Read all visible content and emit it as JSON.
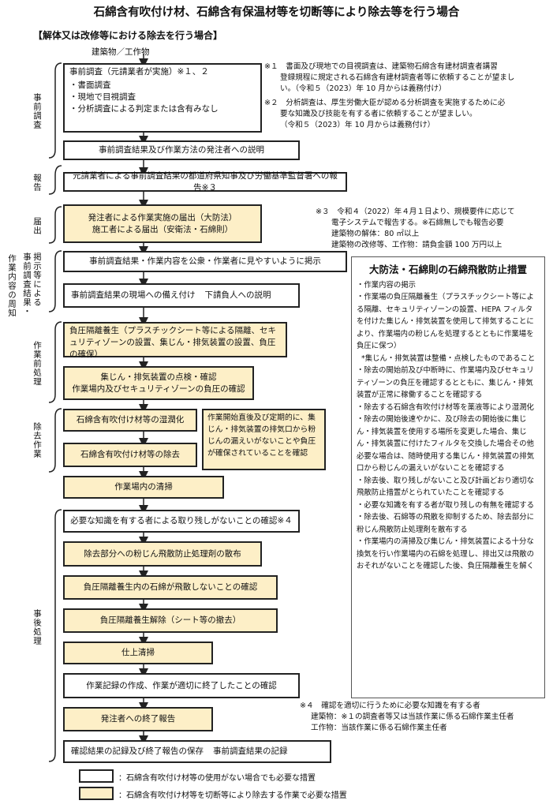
{
  "title": "石綿含有吹付け材、石綿含有保温材等を切断等により除去等を行う場合",
  "subtitle": "【解体又は改修等における除去を行う場合】",
  "top_caption": "建築物／工作物",
  "side_labels": {
    "pre_survey": "事前調査",
    "report": "報告",
    "notification": "届出",
    "publicize": "掲示等による",
    "publicize2": "事前調査結果・",
    "publicize3": "作業内容の周知",
    "pre_treatment": "作業前処理",
    "removal": "除去作業",
    "post_treatment": "事後処理"
  },
  "boxes": {
    "b1_title": "事前調査（元請業者が実施）※１、２",
    "b1_items": [
      "・書面調査",
      "・現地で目視調査",
      "・分析調査による判定または含有みなし"
    ],
    "b2": "事前調査結果及び作業方法の発注者への説明",
    "b3": "元請業者による事前調査結果の都道府県知事及び労働基準監督署への報告※３",
    "b4_line1": "発注者による作業実施の届出（大防法）",
    "b4_line2": "施工者による届出（安衛法・石綿則）",
    "b5": "事前調査結果・作業内容を公衆・作業者に見やすいように掲示",
    "b6": "事前調査結果の現場への備え付け",
    "b6_side": "下請負人への説明",
    "b7": "負圧隔離養生（プラスチックシート等による隔離、セキュリティゾーンの設置、集じん・排気装置の設置、負圧の確保）",
    "b8_line1": "集じん・排気装置の点検・確認",
    "b8_line2": "作業場内及びセキュリティゾーンの負圧の確認",
    "b9": "石綿含有吹付け材等の湿潤化",
    "b10": "石綿含有吹付け材等の除去",
    "b_check": "作業開始直後及び定期的に、集じん・排気装置の排気口から粉じんの漏えいがないことや負圧が確保されていることを確認",
    "b11": "作業場内の清掃",
    "b12": "必要な知識を有する者による取り残しがないことの確認※４",
    "b13": "除去部分への粉じん飛散防止処理剤の散布",
    "b14": "負圧隔離養生内の石綿が飛散しないことの確認",
    "b15": "負圧隔離養生解除（シート等の撤去）",
    "b16": "仕上清掃",
    "b17": "作業記録の作成、作業が適切に終了したことの確認",
    "b18": "発注者への終了報告",
    "b19": "確認結果の記録及び終了報告の保存",
    "b19_side": "事前調査結果の記録"
  },
  "notes": {
    "n1": [
      "※１　書面及び現地での目視調査は、建築物石綿含有建材調査者講習",
      "登録規程に規定される石綿含有建材調査者等に依頼することが望まし",
      "い。（令和５（2023）年 10 月からは義務付け）"
    ],
    "n2": [
      "※２　分析調査は、厚生労働大臣が認める分析調査を実施するために必",
      "要な知識及び技能を有する者に依頼することが望ましい。",
      "（令和５（2023）年 10 月からは義務付け）"
    ],
    "n3": [
      "※３　令和４（2022）年４月１日より、規模要件に応じて",
      "電子システムで報告する。※石綿無しでも報告必要",
      "建築物の解体：80 ㎡以上",
      "建築物の改修等、工作物：請負金額 100 万円以上"
    ],
    "n4": [
      "※４　確認を適切に行うために必要な知識を有する者",
      "建築物：※１の調査者等又は当該作業に係る石綿作業主任者",
      "工作物：当該作業に係る石綿作業主任者"
    ]
  },
  "right_box": {
    "title": "大防法・石綿則の石綿飛散防止措置",
    "items": [
      "・作業内容の掲示",
      "・作業場の負圧隔離養生（プラスチックシート等による隔離、セキュリティゾーンの設置、HEPA フィルタを付けた集じん・排気装置を使用して排気することにより、作業場内の粉じんを処理するとともに作業場を負圧に保つ）",
      "*集じん・排気装置は整備・点検したものであること",
      "・除去の開始前及び中断時に、作業場内及びセキュリティゾーンの負圧を確認するとともに、集じん・排気装置が正常に稼働することを確認する",
      "・除去する石綿含有吹付け材等を薬液等により湿潤化",
      "・除去の開始後速やかに、及び除去の開始後に集じん・排気装置を使用する場所を変更した場合、集じん・排気装置に付けたフィルタを交換した場合その他必要な場合は、随時使用する集じん・排気装置の排気口から粉じんの漏えいがないことを確認する",
      "・除去後、取り残しがないこと及び計画どおり適切な飛散防止措置がとられていたことを確認する",
      "・必要な知識を有する者が取り残しの有無を確認する",
      "・除去後、石綿等の飛散を抑制するため、除去部分に粉じん飛散防止処理剤を散布する",
      "・作業場内の清掃及び集じん・排気装置による十分な換気を行い作業場内の石綿を処理し、排出又は飛散のおそれがないことを確認した後、負圧隔離養生を解く"
    ]
  },
  "legend": {
    "white": "：石綿含有吹付け材等の使用がない場合でも必要な措置",
    "yellow": "：石綿含有吹付け材等を切断等により除去する作業で必要な措置"
  },
  "colors": {
    "yellow": "#fdefc7",
    "border": "#222222"
  }
}
